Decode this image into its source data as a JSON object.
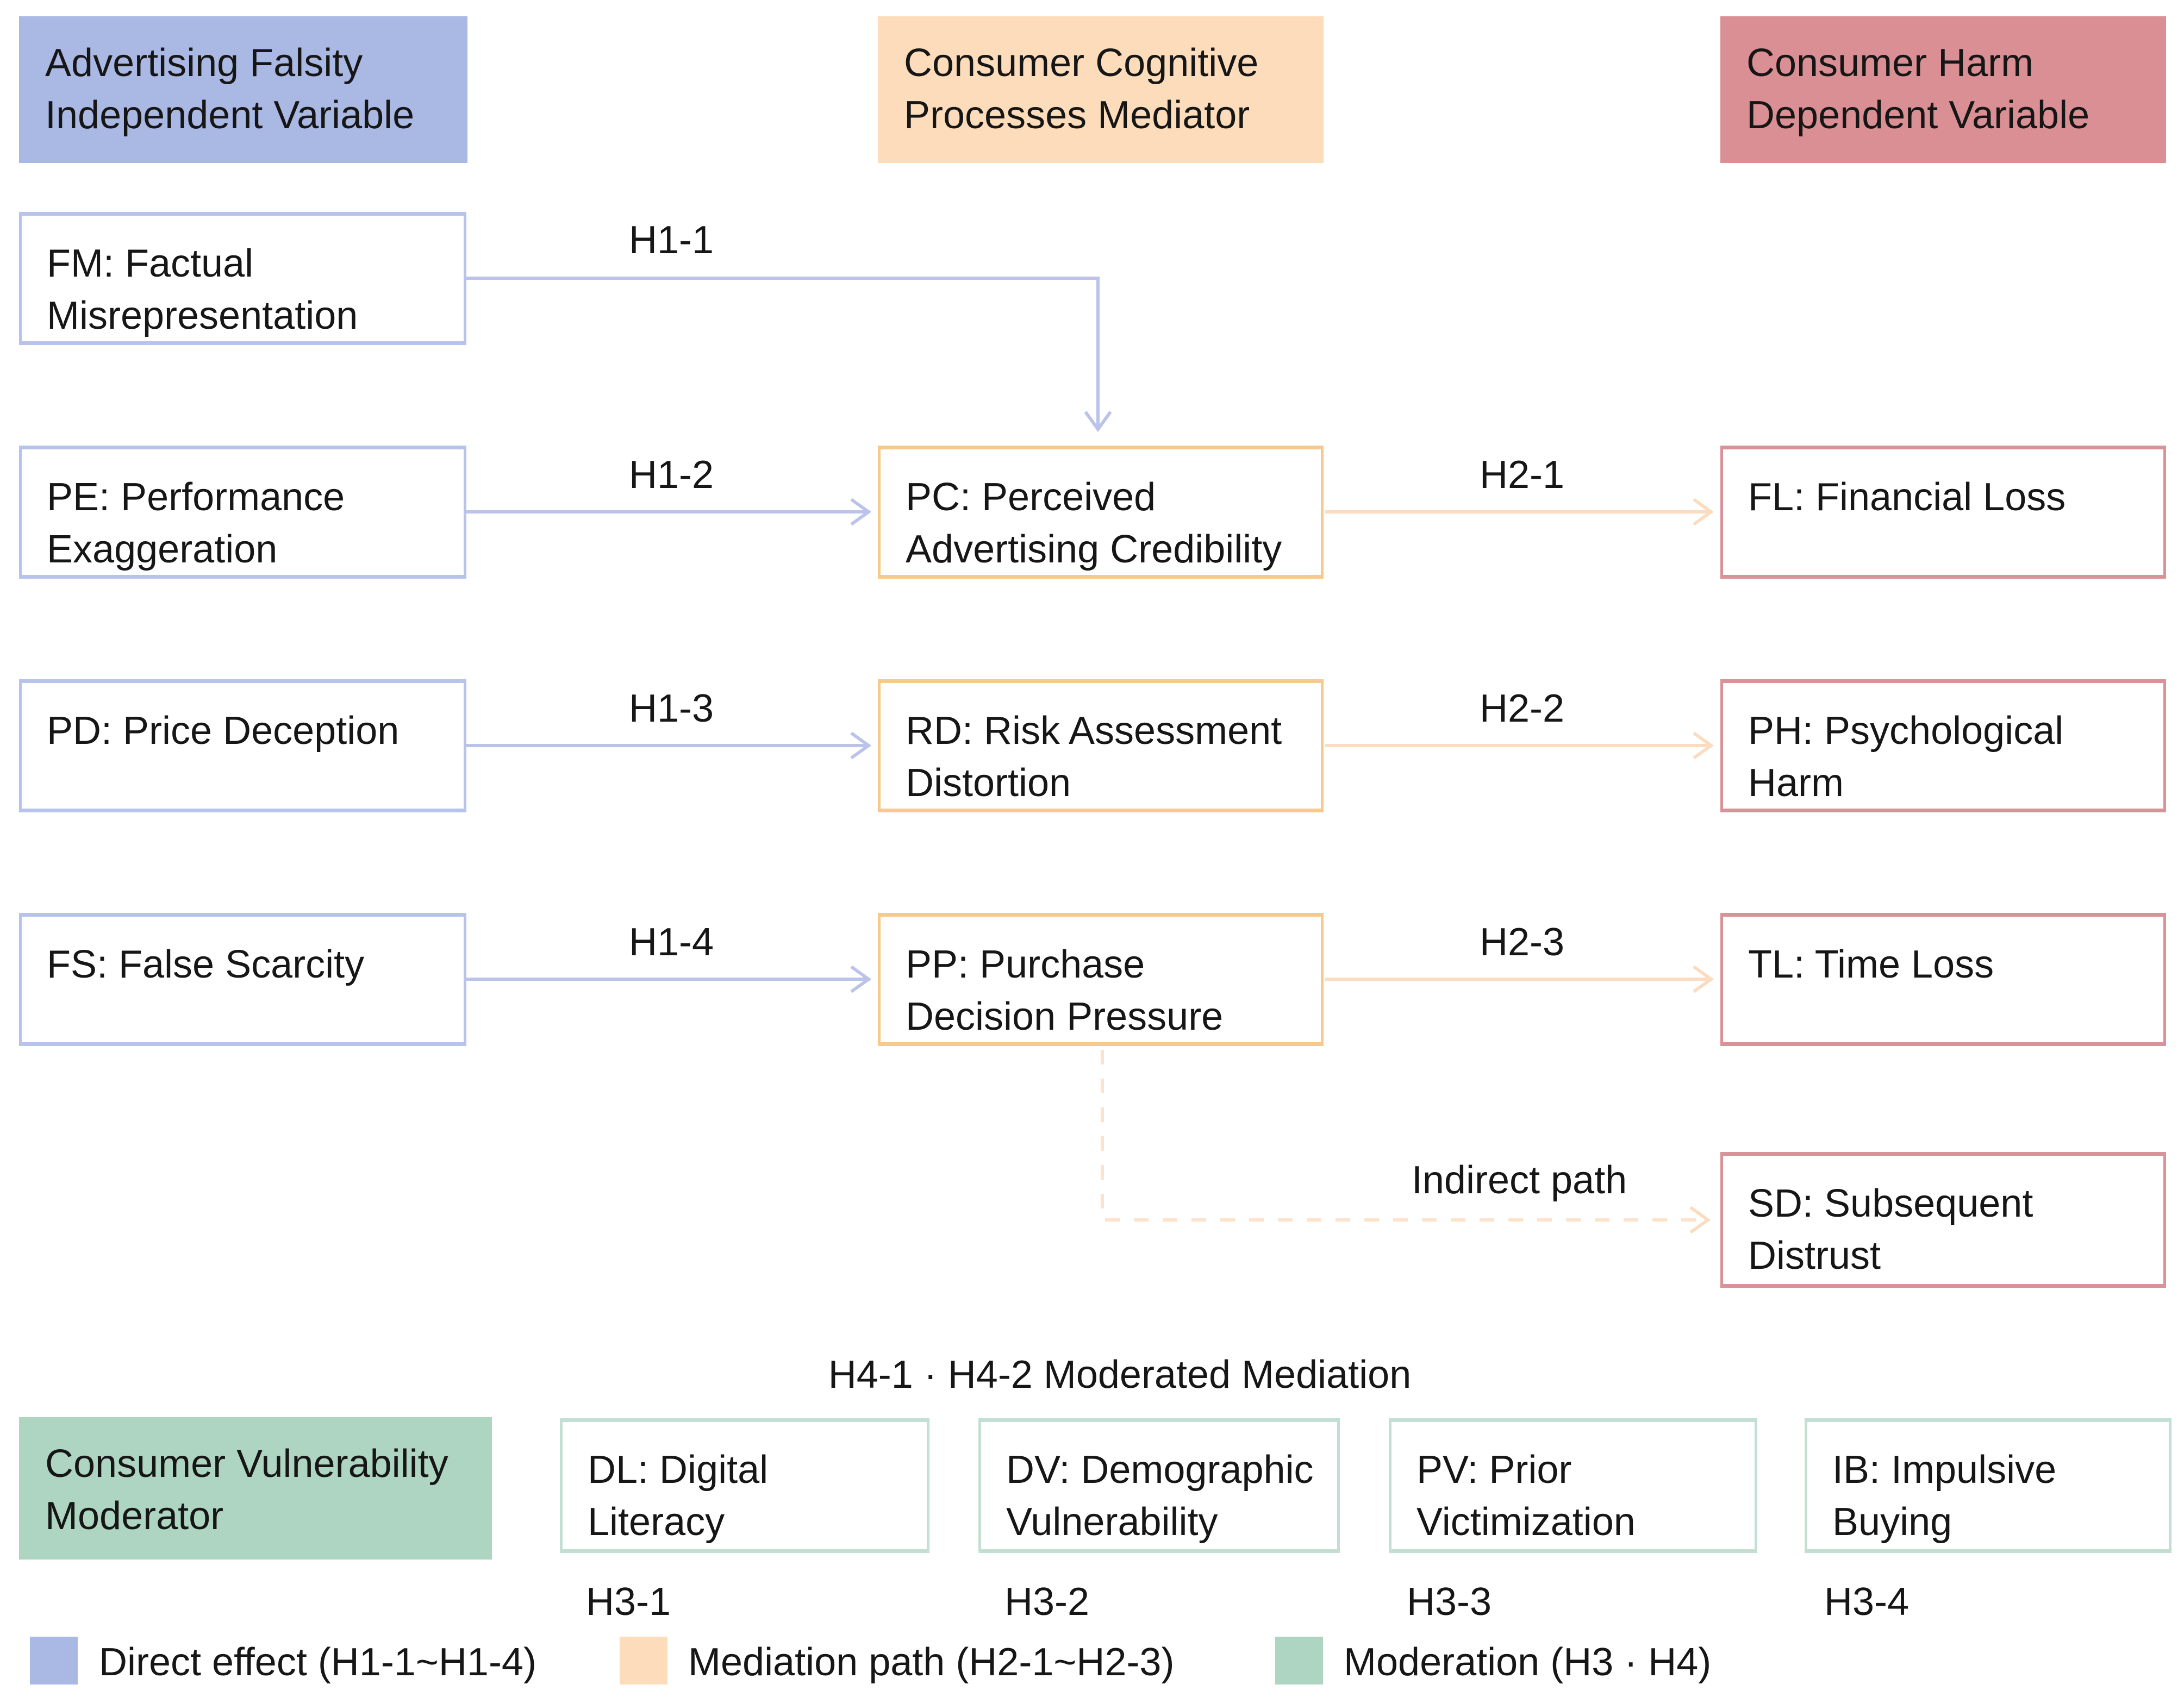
{
  "headers": {
    "independent": "Advertising Falsity Independent Variable",
    "mediator": "Consumer Cognitive Processes Mediator",
    "dependent": "Consumer Harm Dependent Variable",
    "moderator": "Consumer Vulnerability Moderator"
  },
  "nodes": {
    "fm": "FM: Factual Misrepresentation",
    "pe": "PE: Performance Exaggeration",
    "pd": "PD: Price Deception",
    "fs": "FS: False Scarcity",
    "pc": "PC: Perceived Advertising Credibility",
    "rd": "RD: Risk Assessment Distortion",
    "pp": "PP: Purchase Decision Pressure",
    "fl": "FL: Financial Loss",
    "ph": "PH: Psychological Harm",
    "tl": "TL: Time Loss",
    "sd": "SD: Subsequent Distrust",
    "dl": "DL: Digital Literacy",
    "dv": "DV: Demographic Vulnerability",
    "pv": "PV: Prior Victimization",
    "ib": "IB: Impulsive Buying"
  },
  "edge_labels": {
    "h1_1": "H1-1",
    "h1_2": "H1-2",
    "h1_3": "H1-3",
    "h1_4": "H1-4",
    "h2_1": "H2-1",
    "h2_2": "H2-2",
    "h2_3": "H2-3",
    "indirect": "Indirect path",
    "h3_1": "H3-1",
    "h3_2": "H3-2",
    "h3_3": "H3-3",
    "h3_4": "H3-4",
    "moderated_mediation": "H4-1 · H4-2 Moderated Mediation"
  },
  "legend": {
    "direct": "Direct effect (H1-1~H1-4)",
    "mediation": "Mediation path (H2-1~H2-3)",
    "moderation": "Moderation (H3 · H4)"
  },
  "colors": {
    "text": "#161616",
    "blue_fill": "#aab8e4",
    "blue_border": "#b8c3ec",
    "blue_line": "#bcc3ea",
    "orange_fill": "#fcdcba",
    "orange_border": "#f7c98c",
    "orange_line": "#fcdcc0",
    "orange_dash": "#fde3cb",
    "red_fill": "#d98f93",
    "red_border": "#d99298",
    "green_fill": "#aed5c1",
    "green_border": "#c3dfd1"
  }
}
